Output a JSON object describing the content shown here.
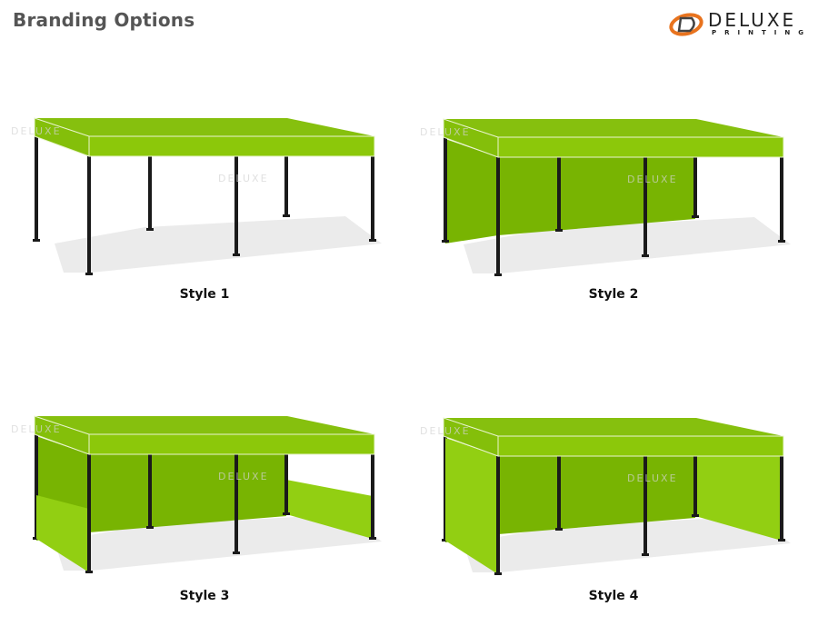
{
  "header": {
    "title": "Branding Options"
  },
  "logo": {
    "main": "DELUXE",
    "sub": "PRINTING",
    "watermark": "DELUXE PRINTING"
  },
  "colors": {
    "canopy": "#8cc80a",
    "canopy_top": "#86c00e",
    "back_wall": "#78b402",
    "side_wall": "#92cf12",
    "leg": "#1a1a1a",
    "logo_orange": "#e8731e"
  },
  "tents": [
    {
      "label": "Style 1",
      "back_wall": false,
      "left_wall": "none",
      "right_wall": "none"
    },
    {
      "label": "Style 2",
      "back_wall": true,
      "left_wall": "none",
      "right_wall": "none"
    },
    {
      "label": "Style 3",
      "back_wall": true,
      "left_wall": "half",
      "right_wall": "half"
    },
    {
      "label": "Style 4",
      "back_wall": true,
      "left_wall": "full",
      "right_wall": "full"
    }
  ]
}
